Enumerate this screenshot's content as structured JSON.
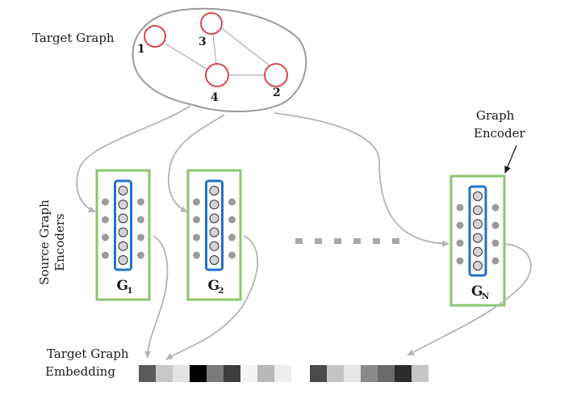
{
  "labels": {
    "target_graph": "Target Graph",
    "source_encoders_line1": "Source Graph",
    "source_encoders_line2": "Encoders",
    "graph_encoder_line1": "Graph",
    "graph_encoder_line2": "Encoder",
    "embedding_line1": "Target Graph",
    "embedding_line2": "Embedding"
  },
  "graph": {
    "nodes": [
      "1",
      "3",
      "4",
      "2"
    ]
  },
  "encoders": [
    {
      "name": "G",
      "subscript": "1"
    },
    {
      "name": "G",
      "subscript": "2"
    },
    {
      "name": "G",
      "subscript": "N"
    }
  ],
  "colors": {
    "node_stroke": "#d9363e",
    "encoder_border": "#8cc56e",
    "inner_column": "#1f73c4",
    "neuron_fill": "#d4d4d4",
    "dot_fill": "#9b9b9b",
    "arrow": "#b4b4b4"
  },
  "embedding": {
    "group1": [
      "#5a5a5a",
      "#c8c8c8",
      "#e4e4e4",
      "#000000",
      "#7a7a7a",
      "#3e3e3e",
      "#f3f3f3",
      "#b8b8b8",
      "#eeeeee"
    ],
    "group2": [
      "#4a4a4a",
      "#c4c4c4",
      "#e6e6e6",
      "#8a8a8a",
      "#6a6a6a",
      "#2c2c2c",
      "#c6c6c6"
    ]
  }
}
